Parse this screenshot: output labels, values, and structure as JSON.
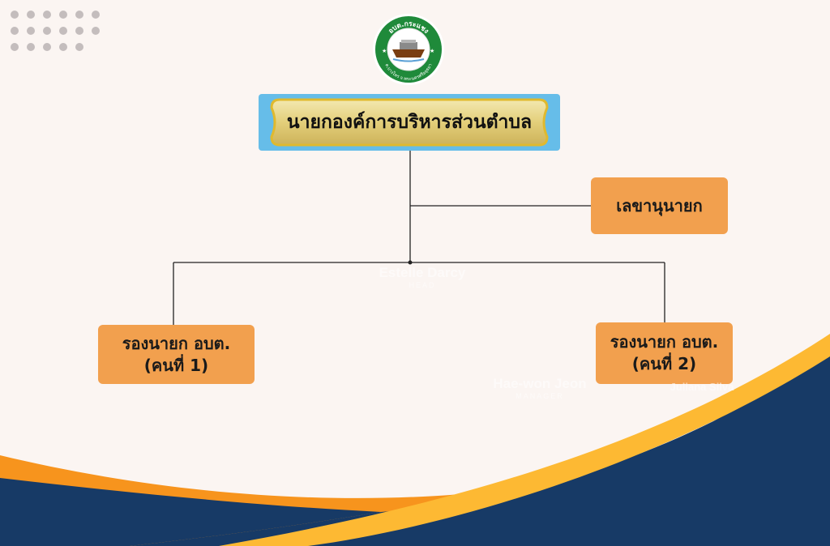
{
  "logo": {
    "top_text": "อบต.กระแชง",
    "bottom_text": "ต.บางไทร จ.พระนครศรีอยุธยา",
    "icon": "boat-seal-icon"
  },
  "chart": {
    "root": "นายกองค์การบริหารส่วนตำบล",
    "secretary": "เลขานุนายก",
    "deputy1": {
      "line1": "รองนายก อบต.",
      "line2": "(คนที่ 1)"
    },
    "deputy2": {
      "line1": "รองนายก อบต.",
      "line2": "(คนที่ 2)"
    }
  },
  "watermarks": {
    "w1_name": "Estelle Darcy",
    "w1_role": "HEAD",
    "w2_name": "Hae-won Jeon",
    "w2_role": "MANAGER",
    "w3_name": "Juliana Silva"
  },
  "colors": {
    "background": "#fbf5f2",
    "node_fill": "#f2a04e",
    "top_frame": "#66bde9",
    "plaque_gold": "#e9d98a",
    "wave_navy": "#173a66",
    "wave_orange": "#f7941d",
    "wave_yellow": "#fdb933",
    "dots": "#c4bdbd"
  }
}
